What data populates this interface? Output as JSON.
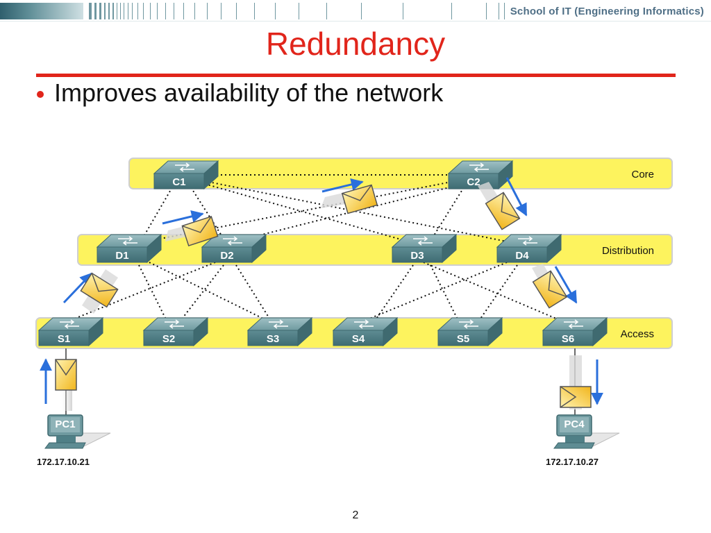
{
  "header": {
    "school": "School of IT (Engineering Informatics)"
  },
  "slide": {
    "title": "Redundancy",
    "bullet": "Improves availability of the network",
    "page_number": "2"
  },
  "colors": {
    "title": "#e1251b",
    "layer_band": "#fdf35e",
    "switch": "#4f7f86",
    "link_arrow": "#2a6fdb",
    "envelope": "#f6c52b"
  },
  "diagram": {
    "layers": {
      "core": "Core",
      "distribution": "Distribution",
      "access": "Access"
    },
    "switches": {
      "c1": "C1",
      "c2": "C2",
      "d1": "D1",
      "d2": "D2",
      "d3": "D3",
      "d4": "D4",
      "s1": "S1",
      "s2": "S2",
      "s3": "S3",
      "s4": "S4",
      "s5": "S5",
      "s6": "S6"
    },
    "hosts": {
      "pc1": {
        "label": "PC1",
        "ip": "172.17.10.21"
      },
      "pc4": {
        "label": "PC4",
        "ip": "172.17.10.27"
      }
    }
  }
}
